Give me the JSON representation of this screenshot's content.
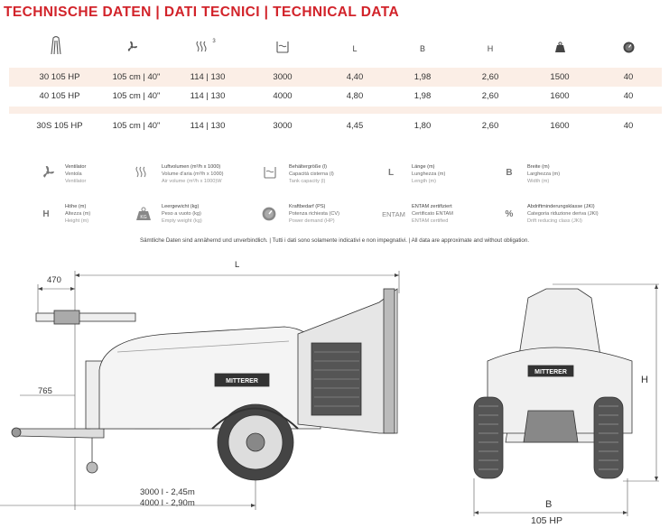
{
  "header": {
    "title": "TECHNISCHE DATEN | DATI TECNICI | TECHNICAL DATA"
  },
  "columns": [
    {
      "icon": "tower-icon",
      "text": ""
    },
    {
      "icon": "fan-icon",
      "text": ""
    },
    {
      "icon": "airflow-icon",
      "text": ""
    },
    {
      "icon": "tank-icon",
      "text": ""
    },
    {
      "icon": "",
      "text": "L"
    },
    {
      "icon": "",
      "text": "B"
    },
    {
      "icon": "",
      "text": "H"
    },
    {
      "icon": "weight-icon",
      "text": ""
    },
    {
      "icon": "power-icon",
      "text": ""
    }
  ],
  "airflow_superscript": "3",
  "rows": [
    [
      "30 105 HP",
      "105 cm | 40\"",
      "114 | 130",
      "3000",
      "4,40",
      "1,98",
      "2,60",
      "1500",
      "40"
    ],
    [
      "40 105 HP",
      "105 cm | 40\"",
      "114 | 130",
      "4000",
      "4,80",
      "1,98",
      "2,60",
      "1600",
      "40"
    ],
    [
      "30S 105 HP",
      "105 cm | 40\"",
      "114 | 130",
      "3000",
      "4,45",
      "1,80",
      "2,60",
      "1600",
      "40"
    ]
  ],
  "legend": [
    {
      "icon": "fan-icon",
      "de": "Ventilator",
      "it": "Ventola",
      "en": "Ventilator"
    },
    {
      "icon": "airflow-icon",
      "de": "Luftvolumen (m³/h x 1000)",
      "it": "Volume d'aria (m³/h x 1000)",
      "en": "Air volume (m³/h x 1000)W"
    },
    {
      "icon": "tank-icon",
      "de": "Behältergröße (l)",
      "it": "Capacità cisterna (l)",
      "en": "Tank capacity (l)"
    },
    {
      "icon": "length-icon",
      "glyph": "L",
      "de": "Länge (m)",
      "it": "Lunghezza (m)",
      "en": "Length (m)"
    },
    {
      "icon": "width-icon",
      "glyph": "B",
      "de": "Breite (m)",
      "it": "Larghezza (m)",
      "en": "Width (m)"
    },
    {
      "icon": "height-icon",
      "glyph": "H",
      "de": "Höhe (m)",
      "it": "Altezza (m)",
      "en": "Height (m)"
    },
    {
      "icon": "weight-icon",
      "de": "Leergewicht (kg)",
      "it": "Peso a vuoto (kg)",
      "en": "Empty weight (kg)"
    },
    {
      "icon": "power-icon",
      "de": "Kraftbedarf (PS)",
      "it": "Potenza richiesta (CV)",
      "en": "Power demand (HP)"
    },
    {
      "icon": "entam-icon",
      "glyph": "ENTAM",
      "de": "ENTAM zertifiziert",
      "it": "Certificato ENTAM",
      "en": "ENTAM certified"
    },
    {
      "icon": "percent-icon",
      "glyph": "%",
      "de": "Abdriftminderungsklasse (JKI)",
      "it": "Categoria riduzione deriva (JKI)",
      "en": "Drift reducing class (JKI)"
    }
  ],
  "weight_badge": "KG",
  "disclaimer": "Sämtliche Daten sind annähernd und unverbindlich. | Tutti i dati sono solamente indicativi e non impegnativi. | All data are approximate and without obligation.",
  "drawing": {
    "dim_L": "L",
    "dim_470": "470",
    "dim_765": "765",
    "wheelbase_line1": "3000 l - 2,45m",
    "wheelbase_line2": "4000 l - 2,90m",
    "dim_H": "H",
    "dim_B": "B",
    "model_label": "105 HP",
    "brand": "MITTERER"
  }
}
